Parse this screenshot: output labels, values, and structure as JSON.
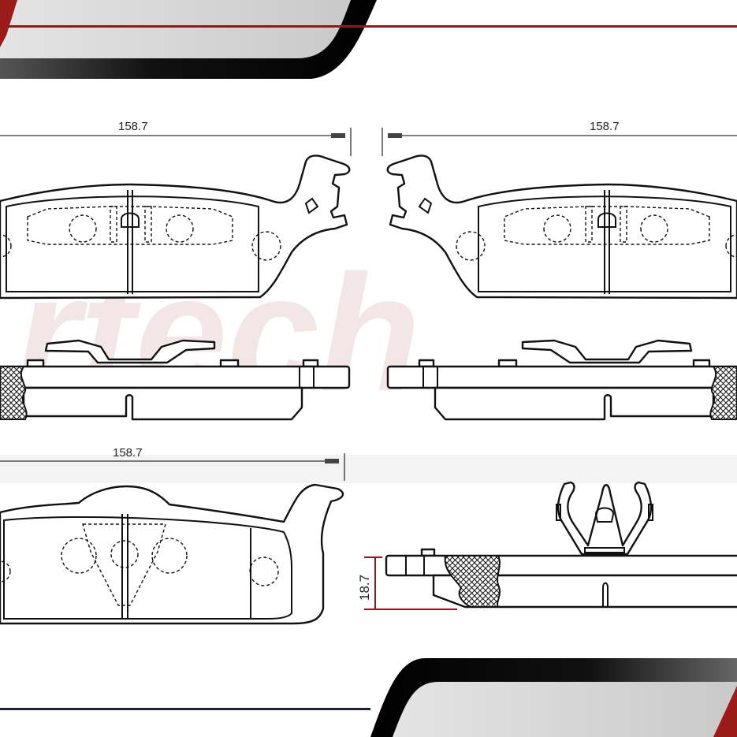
{
  "dimensions": {
    "top_left_length": "158.7",
    "top_right_length": "158.7",
    "bottom_left_length": "158.7",
    "thickness": "18.7"
  },
  "watermark": "rtech",
  "colors": {
    "accent_red": "#8e1b1b",
    "navy": "#1b2436",
    "band_gray": "#cfcfcf"
  }
}
